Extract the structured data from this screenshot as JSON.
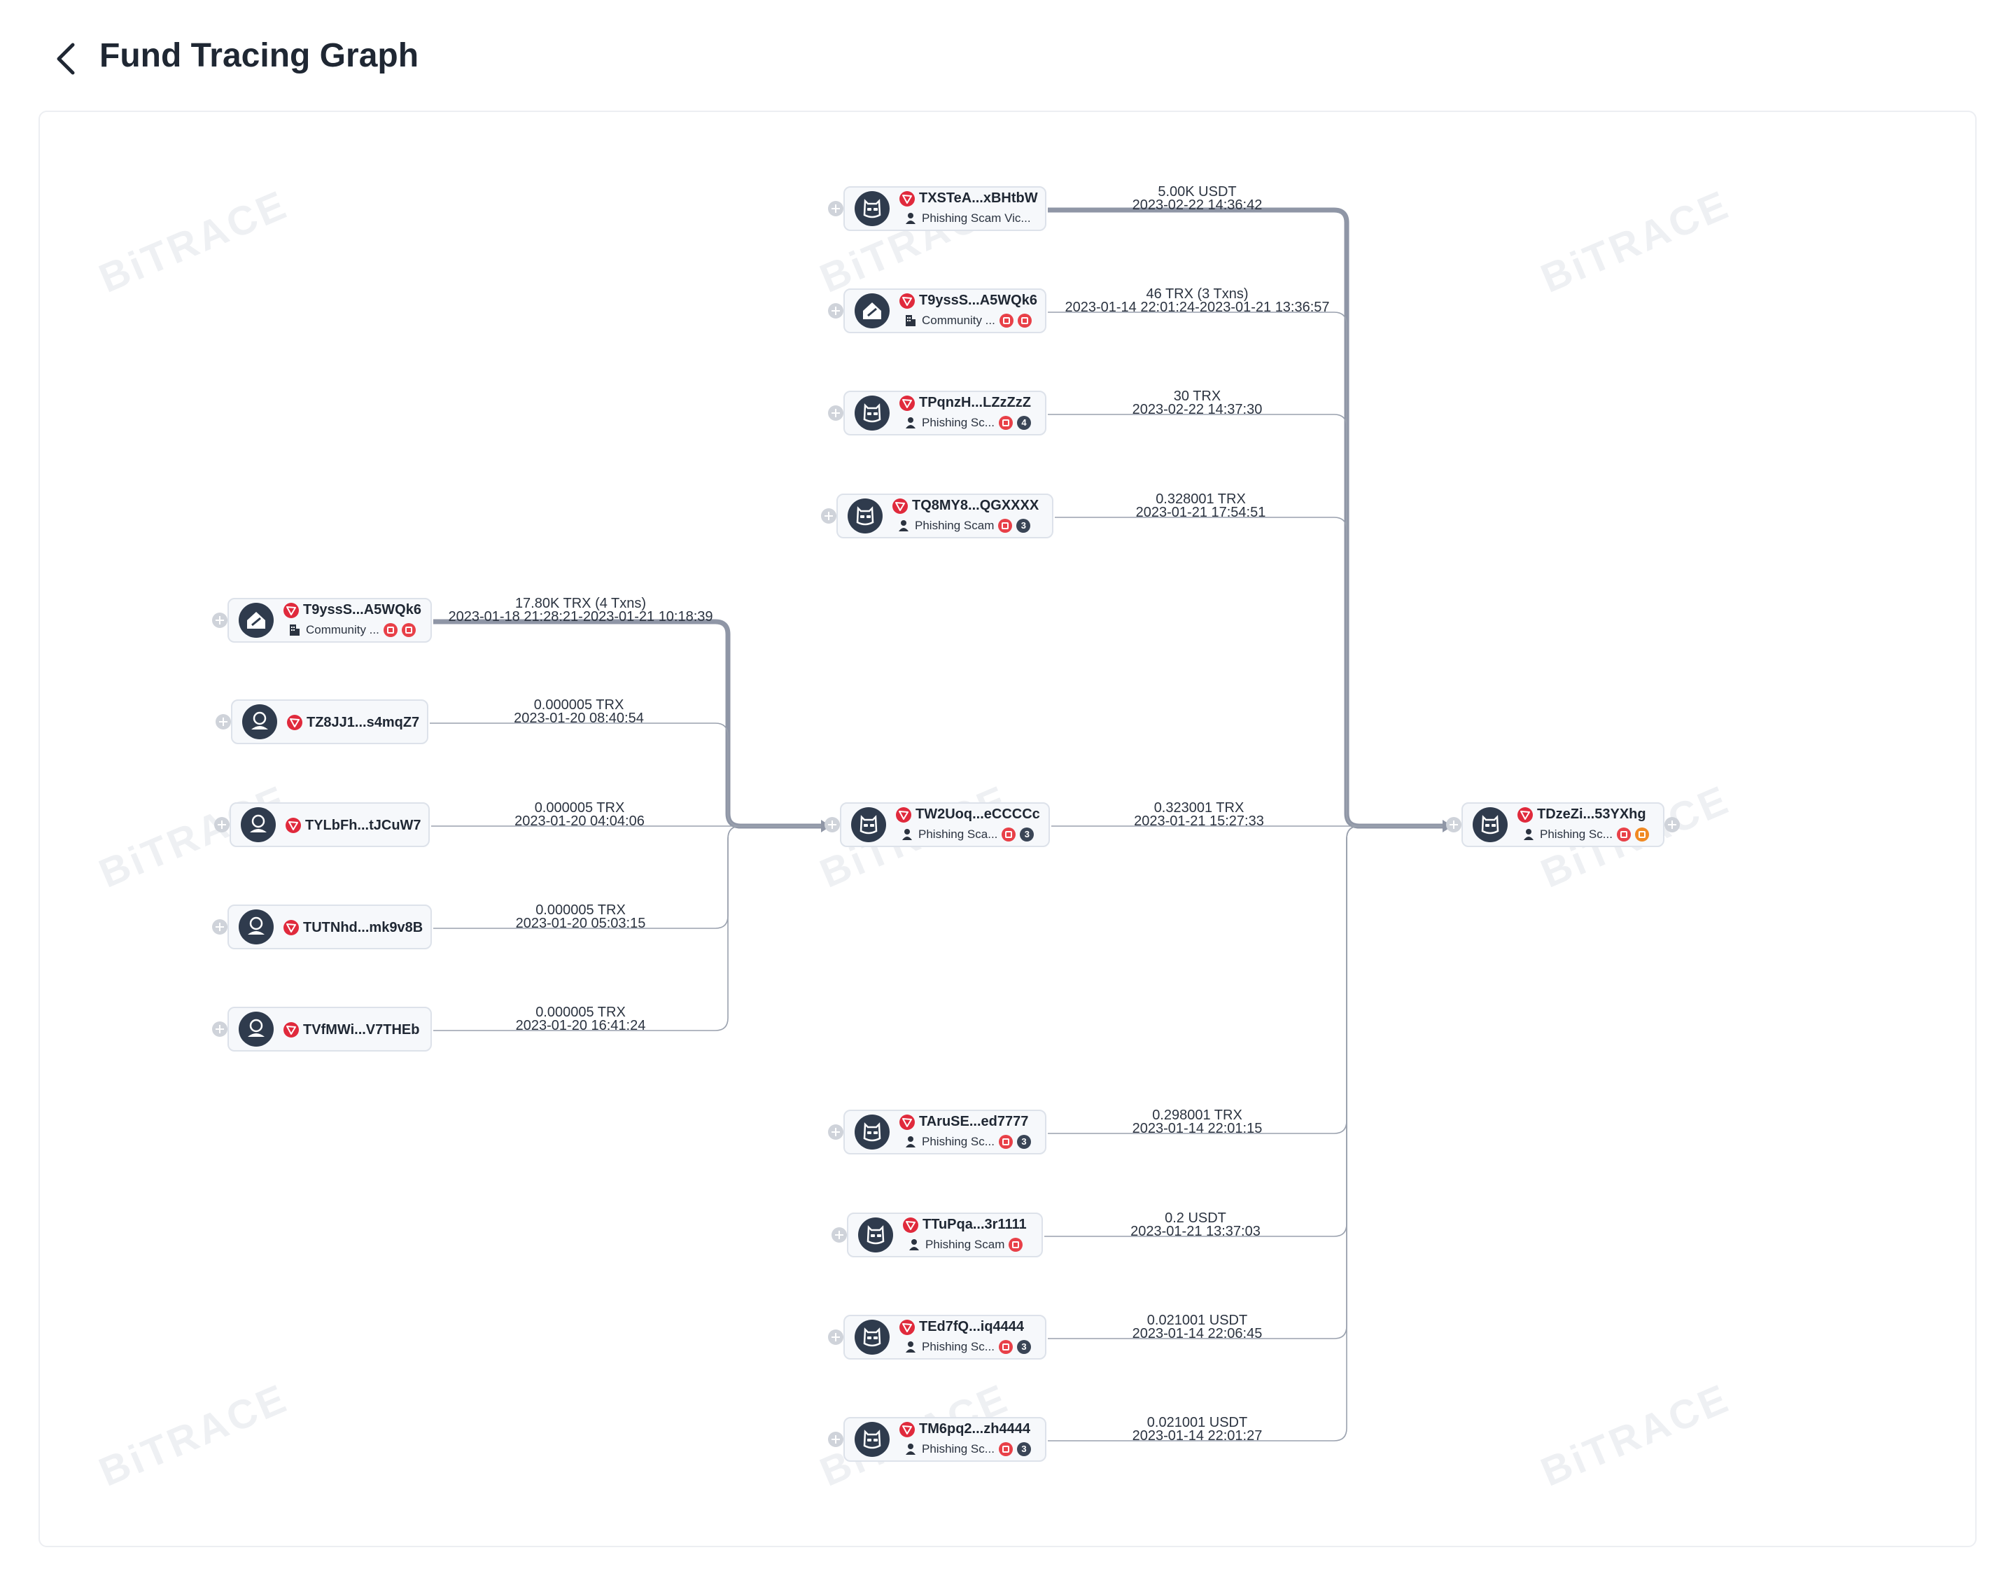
{
  "header": {
    "title": "Fund Tracing Graph"
  },
  "watermark": "BiTRACE",
  "colors": {
    "edge": "#8f96a6",
    "node_bg": "#f6f8fb",
    "avatar": "#2f3b4d",
    "chain": "#e02a3c"
  },
  "nodes": {
    "n_src1": {
      "addr": "T9yssS...A5WQk6",
      "sub": "Community ...",
      "type_icon": "building-icon",
      "avatar_icon": "house-icon",
      "badges": [
        {
          "kind": "red",
          "icon": "flag-icon"
        },
        {
          "kind": "red",
          "icon": "doc-icon"
        }
      ]
    },
    "n_src2": {
      "addr": "TZ8JJ1...s4mqZ7",
      "sub": "",
      "type_icon": "",
      "avatar_icon": "user-icon",
      "badges": []
    },
    "n_src3": {
      "addr": "TYLbFh...tJCuW7",
      "sub": "",
      "type_icon": "",
      "avatar_icon": "user-icon",
      "badges": []
    },
    "n_src4": {
      "addr": "TUTNhd...mk9v8B",
      "sub": "",
      "type_icon": "",
      "avatar_icon": "user-icon",
      "badges": []
    },
    "n_src5": {
      "addr": "TVfMWi...V7THEb",
      "sub": "",
      "type_icon": "",
      "avatar_icon": "user-icon",
      "badges": []
    },
    "n_mid": {
      "addr": "TW2Uoq...eCCCCc",
      "sub": "Phishing Sca...",
      "type_icon": "person-icon",
      "avatar_icon": "hacker-icon",
      "badges": [
        {
          "kind": "red",
          "icon": "robot-icon"
        },
        {
          "kind": "dark",
          "text": "3"
        }
      ]
    },
    "n_t1": {
      "addr": "TXSTeA...xBHtbW",
      "sub": "Phishing Scam Vic...",
      "type_icon": "person-icon",
      "avatar_icon": "hacker-icon",
      "badges": []
    },
    "n_t2": {
      "addr": "T9yssS...A5WQk6",
      "sub": "Community ...",
      "type_icon": "building-icon",
      "avatar_icon": "house-icon",
      "badges": [
        {
          "kind": "red",
          "icon": "flag-icon"
        },
        {
          "kind": "red",
          "icon": "doc-icon"
        }
      ]
    },
    "n_t3": {
      "addr": "TPqnzH...LZzZzZ",
      "sub": "Phishing Sc...",
      "type_icon": "person-icon",
      "avatar_icon": "hacker-icon",
      "badges": [
        {
          "kind": "red",
          "icon": "robot-icon"
        },
        {
          "kind": "dark",
          "text": "4"
        }
      ]
    },
    "n_t4": {
      "addr": "TQ8MY8...QGXXXX",
      "sub": "Phishing Scam",
      "type_icon": "person-icon",
      "avatar_icon": "hacker-icon",
      "badges": [
        {
          "kind": "red",
          "icon": "robot-icon"
        },
        {
          "kind": "dark",
          "text": "3"
        }
      ]
    },
    "n_b1": {
      "addr": "TAruSE...ed7777",
      "sub": "Phishing Sc...",
      "type_icon": "person-icon",
      "avatar_icon": "hacker-icon",
      "badges": [
        {
          "kind": "red",
          "icon": "robot-icon"
        },
        {
          "kind": "dark",
          "text": "3"
        }
      ]
    },
    "n_b2": {
      "addr": "TTuPqa...3r1111",
      "sub": "Phishing Scam",
      "type_icon": "person-icon",
      "avatar_icon": "hacker-icon",
      "badges": [
        {
          "kind": "red",
          "icon": "robot-icon"
        }
      ]
    },
    "n_b3": {
      "addr": "TEd7fQ...iq4444",
      "sub": "Phishing Sc...",
      "type_icon": "person-icon",
      "avatar_icon": "hacker-icon",
      "badges": [
        {
          "kind": "red",
          "icon": "robot-icon"
        },
        {
          "kind": "dark",
          "text": "3"
        }
      ]
    },
    "n_b4": {
      "addr": "TM6pq2...zh4444",
      "sub": "Phishing Sc...",
      "type_icon": "person-icon",
      "avatar_icon": "hacker-icon",
      "badges": [
        {
          "kind": "red",
          "icon": "robot-icon"
        },
        {
          "kind": "dark",
          "text": "3"
        }
      ]
    },
    "n_target": {
      "addr": "TDzeZi...53YXhg",
      "sub": "Phishing Sc...",
      "type_icon": "person-icon",
      "avatar_icon": "hacker-icon",
      "badges": [
        {
          "kind": "red",
          "icon": "robot-icon"
        },
        {
          "kind": "orange",
          "icon": "swap-icon"
        }
      ]
    }
  },
  "edges": [
    {
      "from": "n_src1",
      "to": "n_mid",
      "amount": "17.80K TRX (4 Txns)",
      "time": "2023-01-18 21:28:21-2023-01-21 10:18:39",
      "thick": true
    },
    {
      "from": "n_src2",
      "to": "n_mid",
      "amount": "0.000005 TRX",
      "time": "2023-01-20 08:40:54",
      "thick": false
    },
    {
      "from": "n_src3",
      "to": "n_mid",
      "amount": "0.000005 TRX",
      "time": "2023-01-20 04:04:06",
      "thick": false
    },
    {
      "from": "n_src4",
      "to": "n_mid",
      "amount": "0.000005 TRX",
      "time": "2023-01-20 05:03:15",
      "thick": false
    },
    {
      "from": "n_src5",
      "to": "n_mid",
      "amount": "0.000005 TRX",
      "time": "2023-01-20 16:41:24",
      "thick": false
    },
    {
      "from": "n_t1",
      "to": "n_target",
      "amount": "5.00K USDT",
      "time": "2023-02-22 14:36:42",
      "thick": true
    },
    {
      "from": "n_t2",
      "to": "n_target",
      "amount": "46 TRX (3 Txns)",
      "time": "2023-01-14 22:01:24-2023-01-21 13:36:57",
      "thick": false
    },
    {
      "from": "n_t3",
      "to": "n_target",
      "amount": "30 TRX",
      "time": "2023-02-22 14:37:30",
      "thick": false
    },
    {
      "from": "n_t4",
      "to": "n_target",
      "amount": "0.328001 TRX",
      "time": "2023-01-21 17:54:51",
      "thick": false
    },
    {
      "from": "n_mid",
      "to": "n_target",
      "amount": "0.323001 TRX",
      "time": "2023-01-21 15:27:33",
      "thick": false
    },
    {
      "from": "n_b1",
      "to": "n_target",
      "amount": "0.298001 TRX",
      "time": "2023-01-14 22:01:15",
      "thick": false
    },
    {
      "from": "n_b2",
      "to": "n_target",
      "amount": "0.2 USDT",
      "time": "2023-01-21 13:37:03",
      "thick": false
    },
    {
      "from": "n_b3",
      "to": "n_target",
      "amount": "0.021001 USDT",
      "time": "2023-01-14 22:06:45",
      "thick": false
    },
    {
      "from": "n_b4",
      "to": "n_target",
      "amount": "0.021001 USDT",
      "time": "2023-01-14 22:01:27",
      "thick": false
    }
  ]
}
